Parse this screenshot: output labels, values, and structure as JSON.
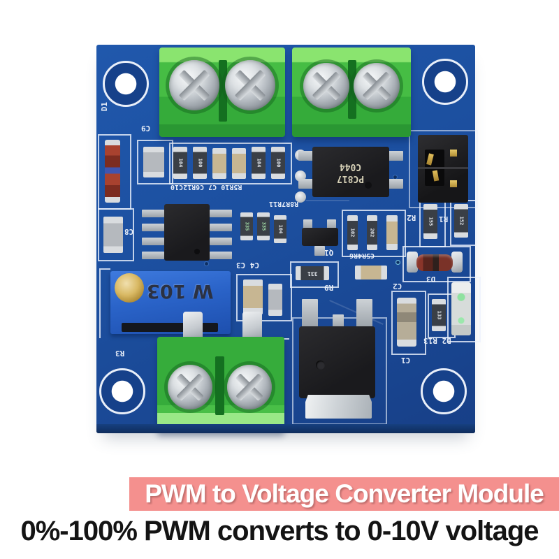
{
  "product": {
    "banner_title": "PWM to Voltage Converter Module",
    "subtitle": "0%-100% PWM converts to 0-10V voltage"
  },
  "colors": {
    "banner_pink": "#f4908e",
    "pcb_blue": "#1c4f9f",
    "terminal_green": "#36ac3b",
    "silkscreen_white": "#e8eef8"
  },
  "board": {
    "silkscreen_labels": {
      "d1": "D1",
      "c9": "C9",
      "c8": "C8",
      "r3": "R3",
      "resistor_row": "R5R10 C7 C6R12C10",
      "r8r7r11": "R8R7R11",
      "c4_c3": "C4 C3",
      "q1": "Q1",
      "r9": "R9",
      "c2": "C2",
      "c5r4r6": "C5R4R6",
      "r2": "R2",
      "r1": "R1",
      "d3": "D3",
      "c1": "C1",
      "d2_r13": "D2 R13"
    },
    "component_markings": {
      "optocoupler_line1": "PC817",
      "optocoupler_line2": "C044",
      "potentiometer": "W 103",
      "r9_value": "331",
      "r13_value": "133",
      "r1_value": "152",
      "r2_value": "155",
      "res_104": "104",
      "res_100": "100",
      "res_102": "102",
      "res_202": "202",
      "res_335": "335"
    }
  }
}
